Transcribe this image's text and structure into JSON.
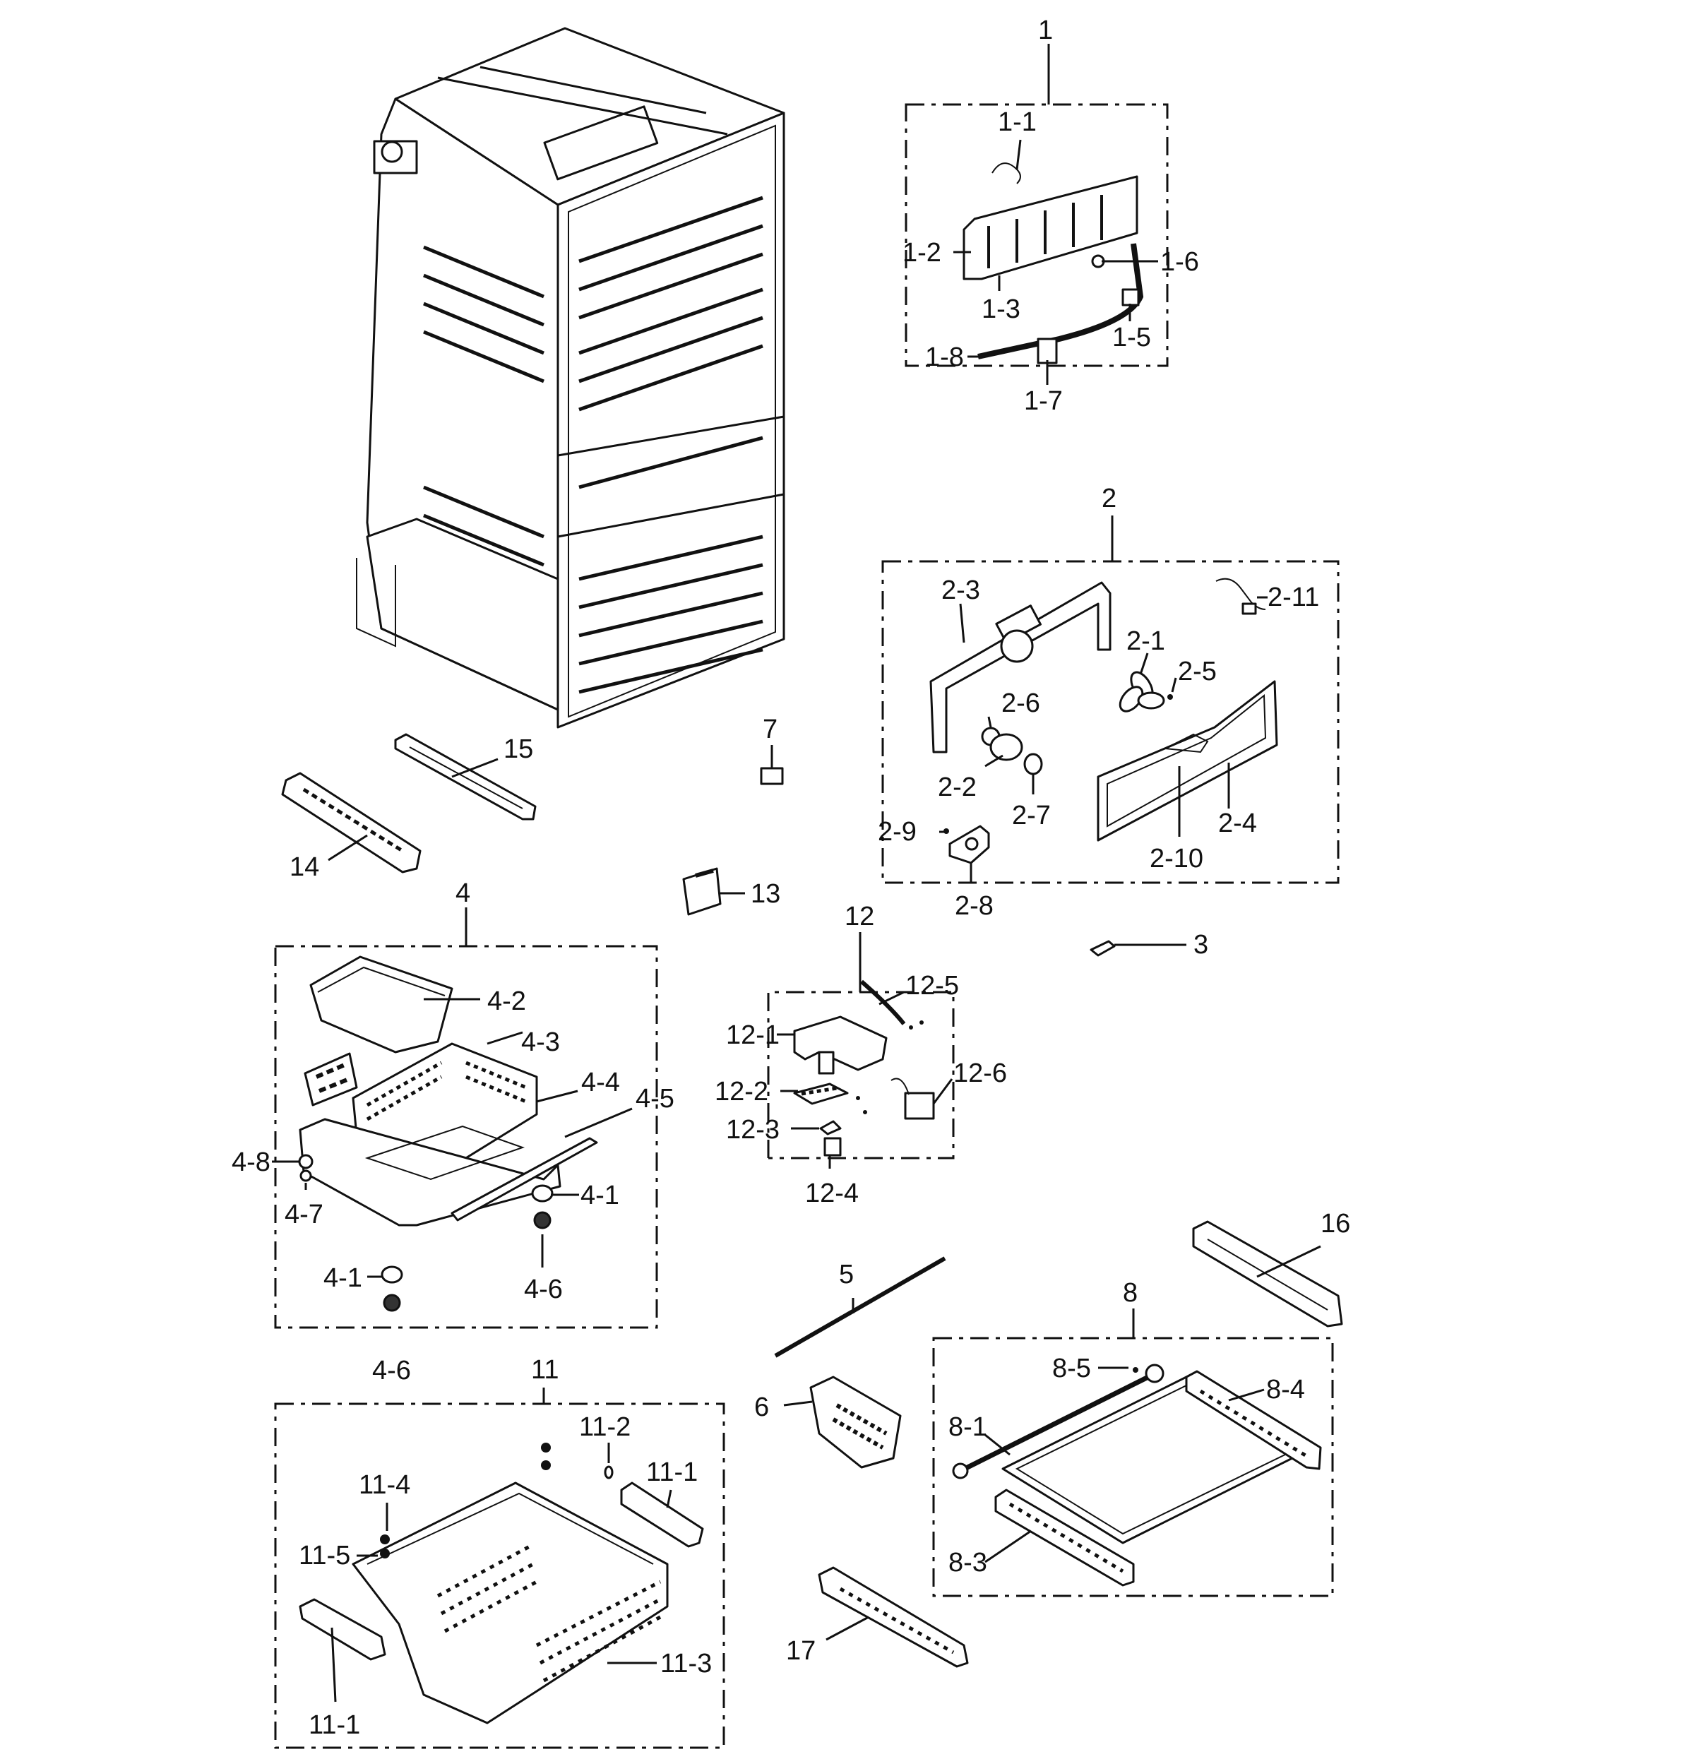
{
  "labels": {
    "l1": "1",
    "l1_1": "1-1",
    "l1_2": "1-2",
    "l1_3": "1-3",
    "l1_5": "1-5",
    "l1_6": "1-6",
    "l1_7": "1-7",
    "l1_8": "1-8",
    "l2": "2",
    "l2_1": "2-1",
    "l2_2": "2-2",
    "l2_3": "2-3",
    "l2_4": "2-4",
    "l2_5": "2-5",
    "l2_6": "2-6",
    "l2_7": "2-7",
    "l2_8": "2-8",
    "l2_9": "2-9",
    "l2_10": "2-10",
    "l2_11": "2-11",
    "l3": "3",
    "l4": "4",
    "l4_1a": "4-1",
    "l4_1b": "4-1",
    "l4_2": "4-2",
    "l4_3": "4-3",
    "l4_4": "4-4",
    "l4_5": "4-5",
    "l4_6a": "4-6",
    "l4_6b": "4-6",
    "l4_7": "4-7",
    "l4_8": "4-8",
    "l5": "5",
    "l6": "6",
    "l7": "7",
    "l8": "8",
    "l8_1": "8-1",
    "l8_3": "8-3",
    "l8_4": "8-4",
    "l8_5": "8-5",
    "l11": "11",
    "l11_1a": "11-1",
    "l11_1b": "11-1",
    "l11_2": "11-2",
    "l11_3": "11-3",
    "l11_4": "11-4",
    "l11_5": "11-5",
    "l12": "12",
    "l12_1": "12-1",
    "l12_2": "12-2",
    "l12_3": "12-3",
    "l12_4": "12-4",
    "l12_5": "12-5",
    "l12_6": "12-6",
    "l13": "13",
    "l14": "14",
    "l15": "15",
    "l16": "16",
    "l17": "17"
  }
}
